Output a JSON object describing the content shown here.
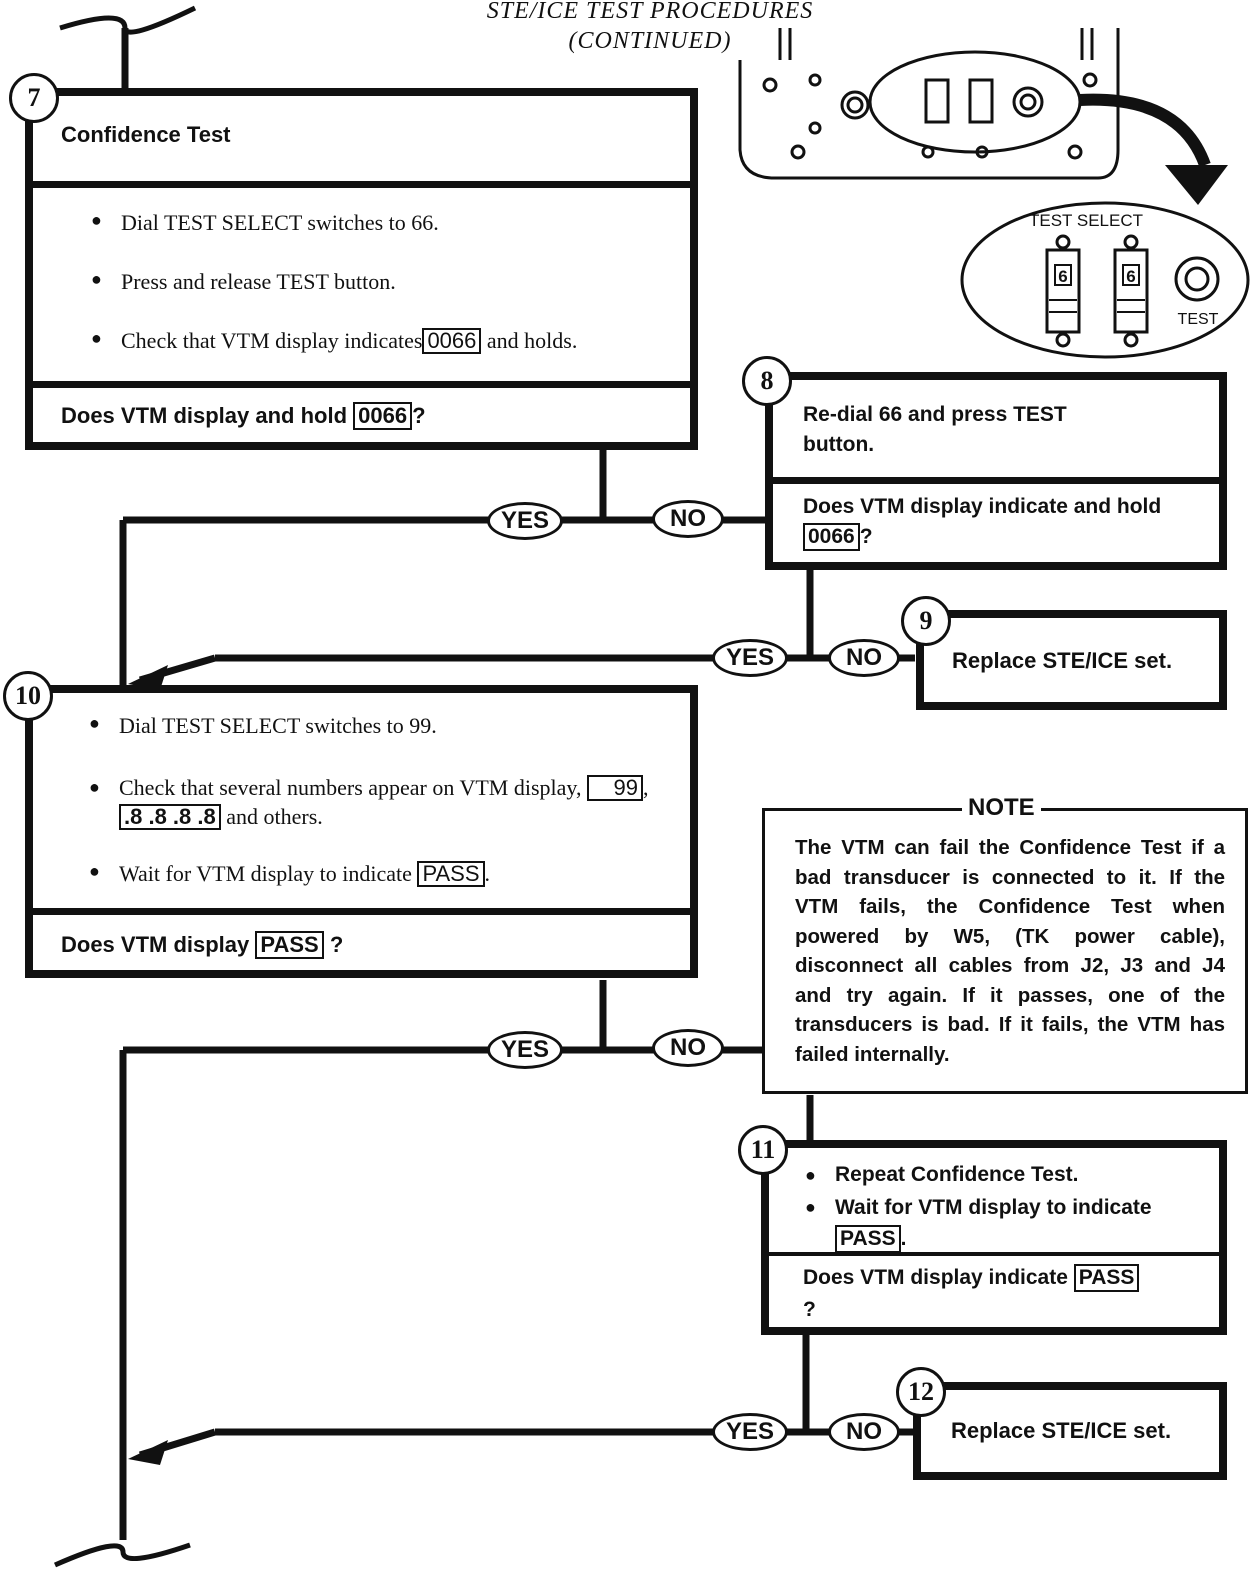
{
  "header": {
    "line1": "STE/ICE TEST PROCEDURES",
    "line2": "(CONTINUED)"
  },
  "step7": {
    "number": "7",
    "title": "Confidence Test",
    "bullet1": "Dial TEST SELECT switches to 66.",
    "bullet2": "Press and release TEST button.",
    "bullet3_pre": "Check that VTM display indicates",
    "bullet3_value": "0066",
    "bullet3_post": "and holds.",
    "question_pre": "Does VTM display and hold",
    "question_value": "0066",
    "question_post": "?"
  },
  "step8": {
    "number": "8",
    "action": "Re-dial 66 and press TEST button.",
    "question_pre": "Does VTM display indicate and hold",
    "question_value": "0066",
    "question_post": "?"
  },
  "step9": {
    "number": "9",
    "action": "Replace STE/ICE set."
  },
  "step10": {
    "number": "10",
    "bullet1": "Dial TEST SELECT switches to 99.",
    "bullet2_pre": "Check that several numbers appear on VTM display,",
    "bullet2_value1": "99",
    "bullet2_sep": ",",
    "bullet2_value2": ".8 .8 .8 .8",
    "bullet2_post": "and others.",
    "bullet3_pre": "Wait for VTM display to indicate",
    "bullet3_value": "PASS",
    "bullet3_post": ".",
    "question_pre": "Does VTM display",
    "question_value": "PASS",
    "question_post": "?"
  },
  "note": {
    "label": "NOTE",
    "text": "The VTM can fail the Confidence Test if a bad transducer is connected to it. If the VTM fails, the Confidence Test when powered by W5, (TK power cable), disconnect all cables from J2, J3 and J4 and try again. If it passes, one of the transducers is bad. If it fails, the VTM has failed internally."
  },
  "step11": {
    "number": "11",
    "bullet1": "Repeat Confidence Test.",
    "bullet2_pre": "Wait for VTM display to indicate",
    "bullet2_value": "PASS",
    "bullet2_post": ".",
    "question_pre": "Does VTM display indicate",
    "question_value": "PASS",
    "question_post": "?"
  },
  "step12": {
    "number": "12",
    "action": "Replace STE/ICE set."
  },
  "labels": {
    "yes": "YES",
    "no": "NO"
  },
  "illustration": {
    "panel_label": "TEST SELECT",
    "switch1": "6",
    "switch2": "6",
    "button_label": "TEST"
  }
}
